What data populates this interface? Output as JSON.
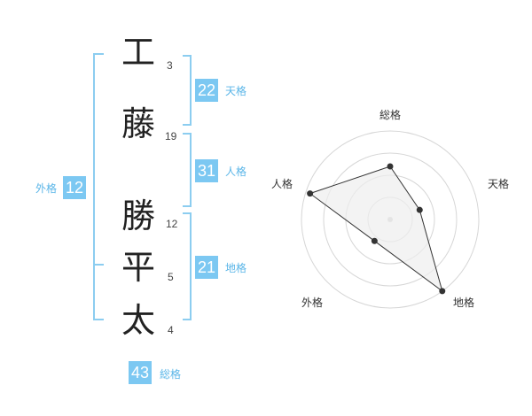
{
  "name": {
    "characters": [
      {
        "char": "工",
        "strokes": "3"
      },
      {
        "char": "藤",
        "strokes": "19"
      },
      {
        "char": "勝",
        "strokes": "12"
      },
      {
        "char": "平",
        "strokes": "5"
      },
      {
        "char": "太",
        "strokes": "4"
      }
    ]
  },
  "kaku": {
    "tenkaku": {
      "value": "22",
      "label": "天格"
    },
    "jinkaku": {
      "value": "31",
      "label": "人格"
    },
    "chikaku": {
      "value": "21",
      "label": "地格"
    },
    "gaikaku": {
      "value": "12",
      "label": "外格"
    },
    "soukaku": {
      "value": "43",
      "label": "総格"
    }
  },
  "colors": {
    "accent": "#7cc8f2",
    "bracket": "#8ccdf0",
    "label": "#5bb6e8",
    "radar_ring": "#d6d6d6",
    "radar_fill": "#eeeeee",
    "radar_line": "#333333"
  },
  "chart_data": {
    "type": "radar",
    "axes": [
      "総格",
      "天格",
      "地格",
      "外格",
      "人格"
    ],
    "values": [
      0.6,
      0.35,
      1.0,
      0.3,
      0.95
    ],
    "rings": 4,
    "range": [
      0,
      1
    ]
  }
}
